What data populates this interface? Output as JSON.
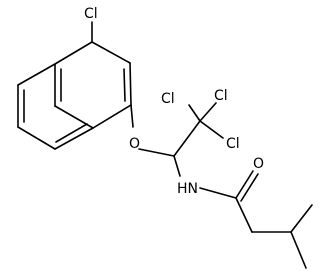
{
  "molecule": {
    "atoms": {
      "cl_naphthalene": "Cl",
      "cl_1": "Cl",
      "cl_2": "Cl",
      "cl_3": "Cl",
      "ether_oxygen": "O",
      "amide_nitrogen": "HN",
      "carbonyl_oxygen": "O"
    }
  }
}
